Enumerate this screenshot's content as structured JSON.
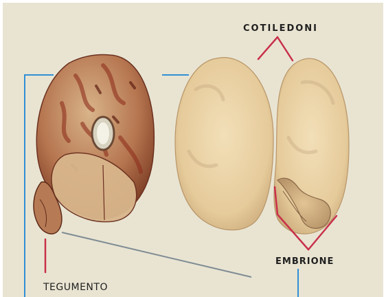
{
  "labels": {
    "cotyledons": "COTILEDONI",
    "embryo": "EMBRIONE",
    "seed_coat": "TEGUMENTO"
  },
  "colors": {
    "plate_background": "#e9e4d2",
    "pointer_red": "#c8304a",
    "frame_blue": "#2f8fd6",
    "seed_flesh": "#e8cfa2",
    "seed_coat_brown": "#9b4a2e"
  }
}
